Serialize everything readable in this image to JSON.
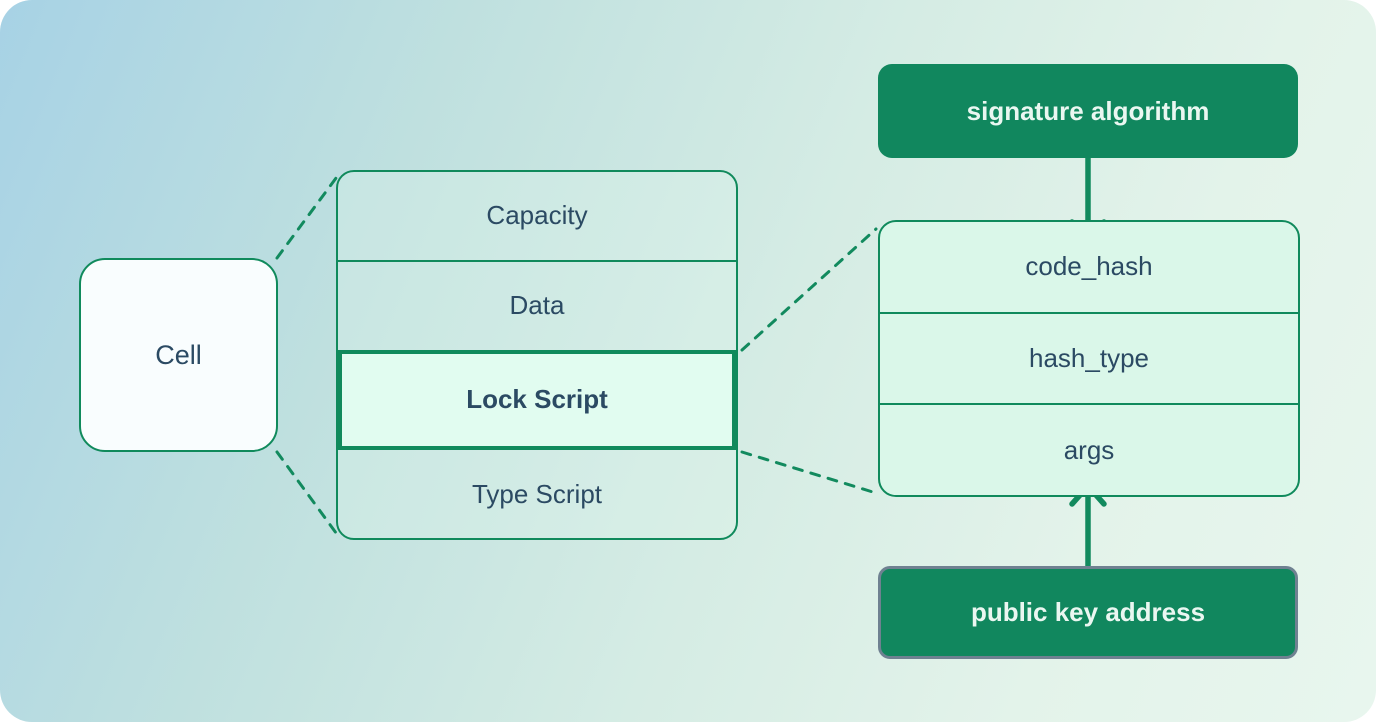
{
  "theme": {
    "green": "#108a5c",
    "green-fill": "#11875e",
    "navy": "#2b4a63",
    "mint-row": "#daf7e9",
    "mint-highlight": "#e1fcf0",
    "cell-bg": "#f9fdfe",
    "btn-text": "#eaf7f1",
    "gray-border": "#6f8191"
  },
  "diagram": {
    "cell": {
      "label": "Cell"
    },
    "cell_structure": {
      "rows": [
        {
          "label": "Capacity"
        },
        {
          "label": "Data"
        },
        {
          "label": "Lock Script"
        },
        {
          "label": "Type Script"
        }
      ]
    },
    "lock_script_structure": {
      "rows": [
        {
          "label": "code_hash"
        },
        {
          "label": "hash_type"
        },
        {
          "label": "args"
        }
      ]
    },
    "annotations": {
      "signature_algorithm": "signature algorithm",
      "public_key_address": "public key address"
    }
  }
}
